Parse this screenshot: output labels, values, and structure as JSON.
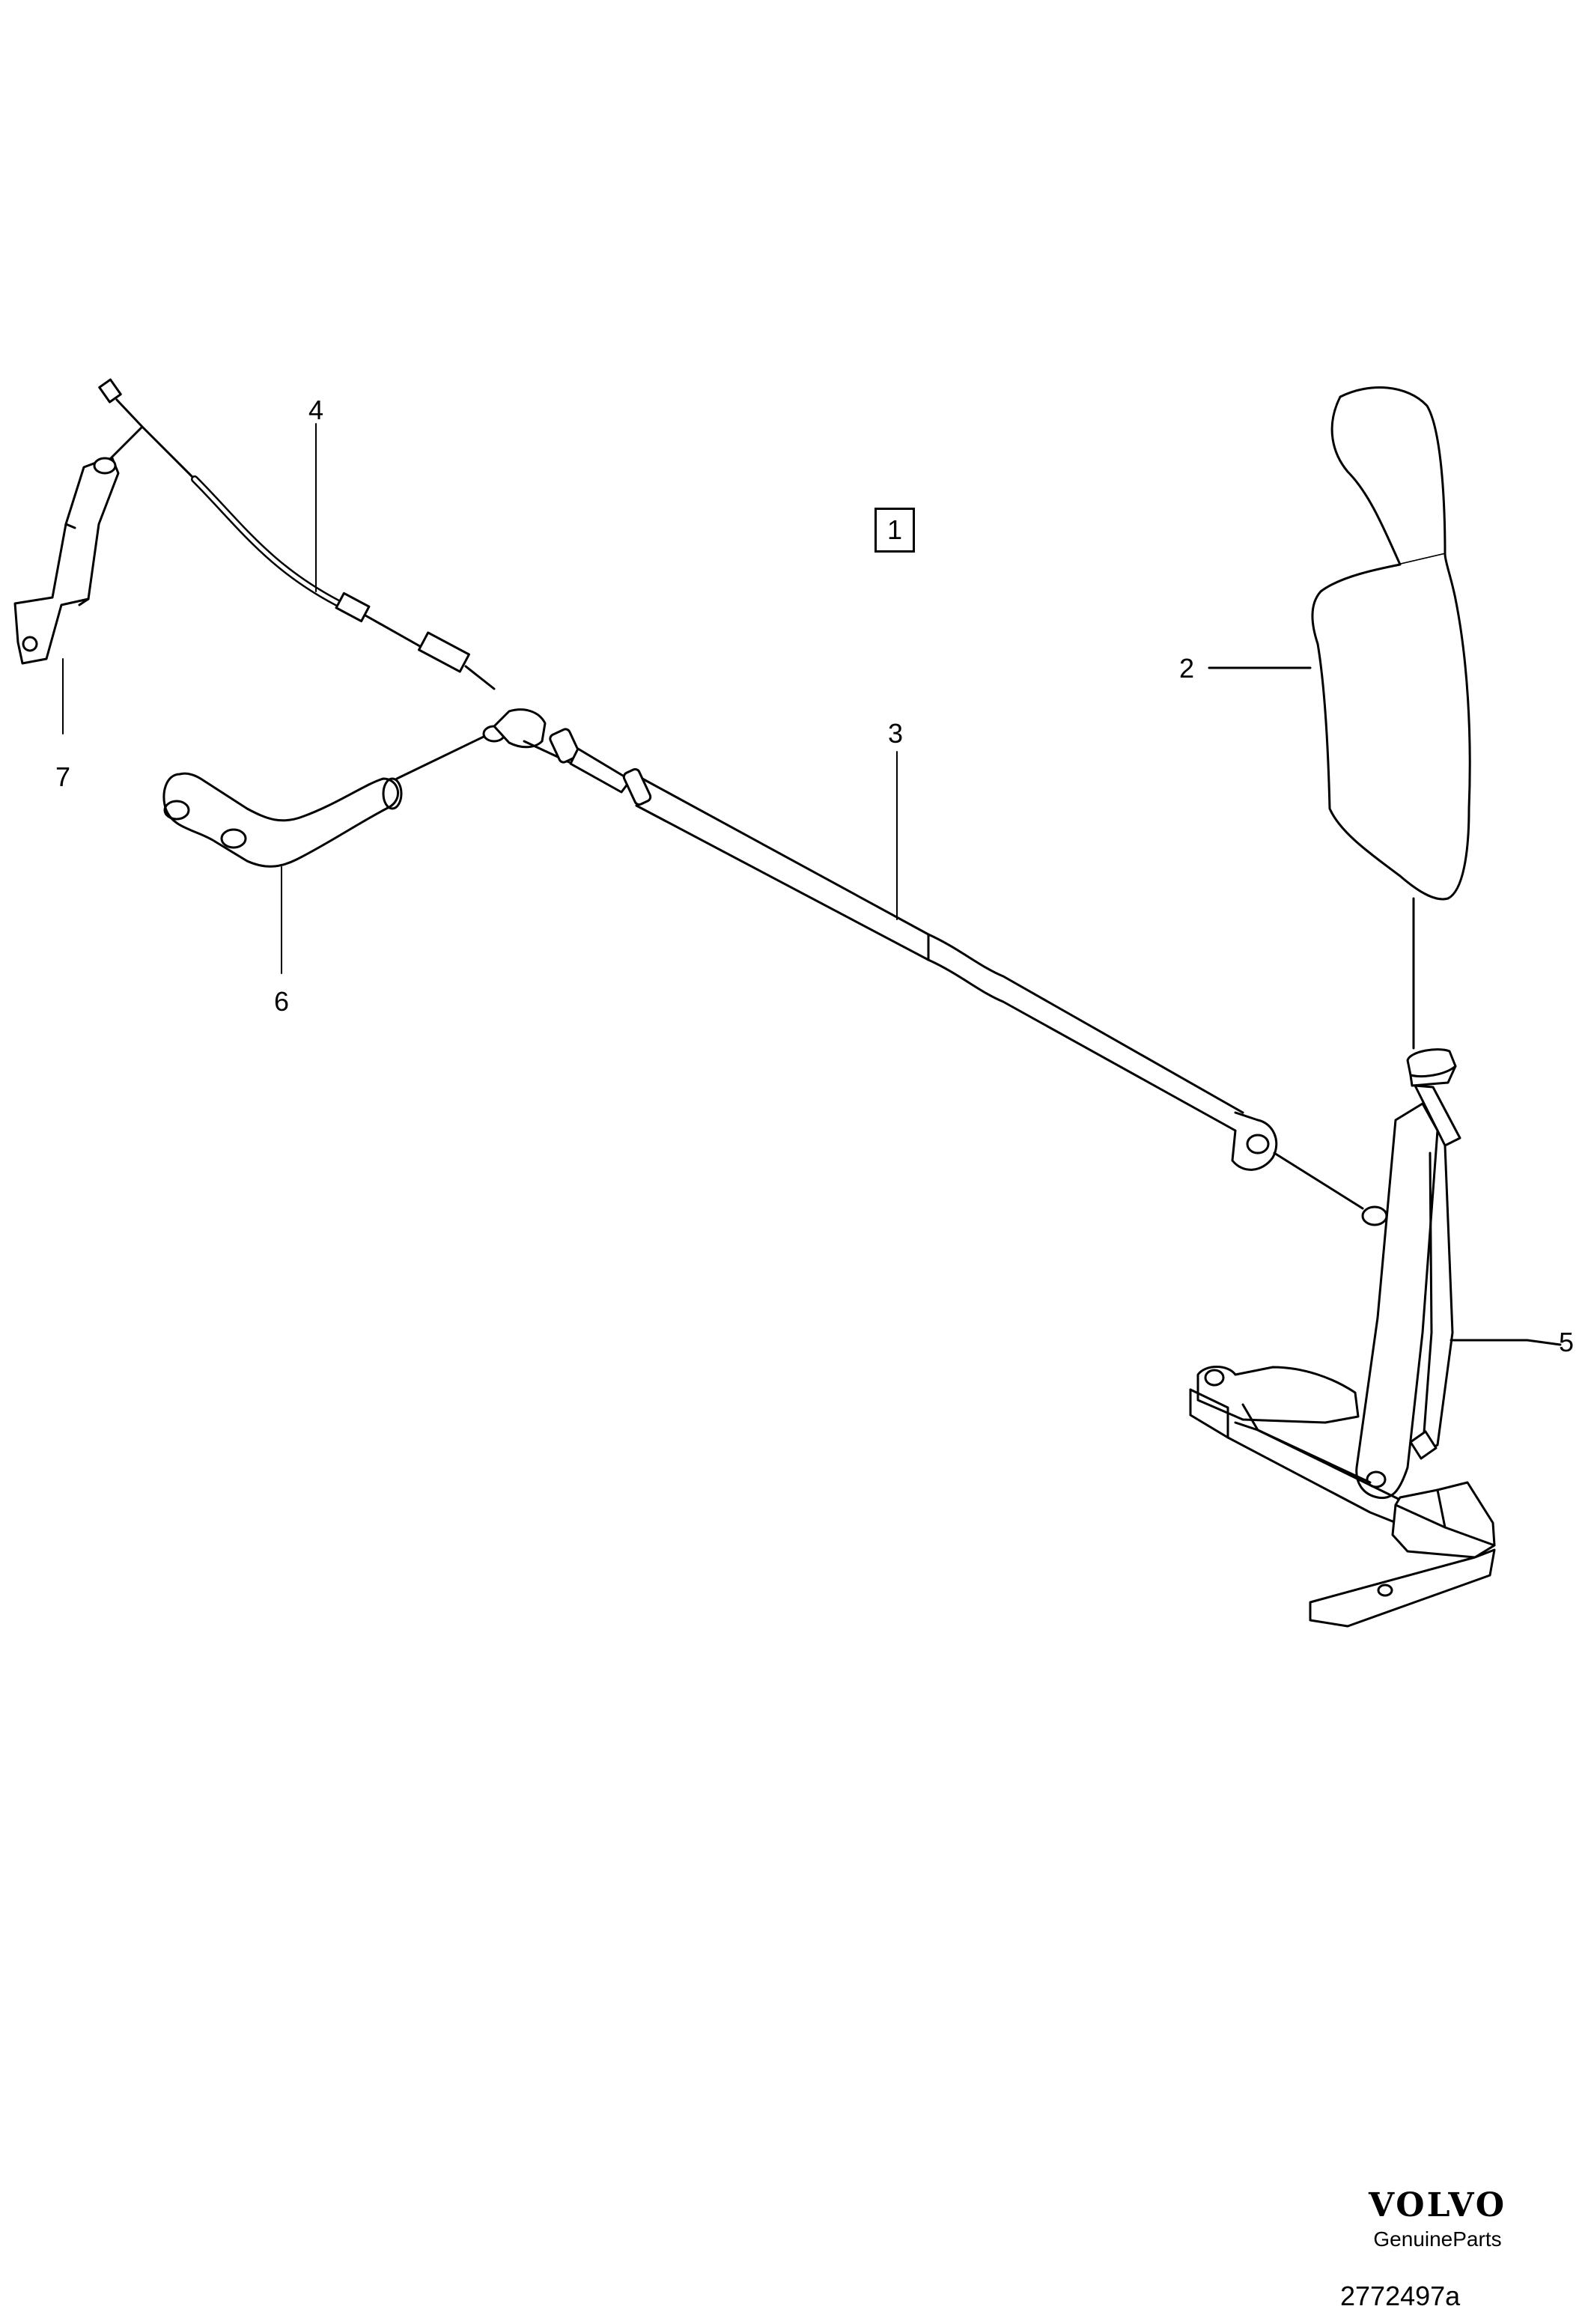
{
  "group_number": "1",
  "callouts": [
    {
      "id": "2",
      "label": "2"
    },
    {
      "id": "3",
      "label": "3"
    },
    {
      "id": "4",
      "label": "4"
    },
    {
      "id": "5",
      "label": "5"
    },
    {
      "id": "6",
      "label": "6"
    },
    {
      "id": "7",
      "label": "7"
    }
  ],
  "brand": {
    "name": "VOLVO",
    "sub": "GenuineParts"
  },
  "drawing_number": "2772497a",
  "colors": {
    "line": "#000000",
    "background": "#ffffff"
  }
}
